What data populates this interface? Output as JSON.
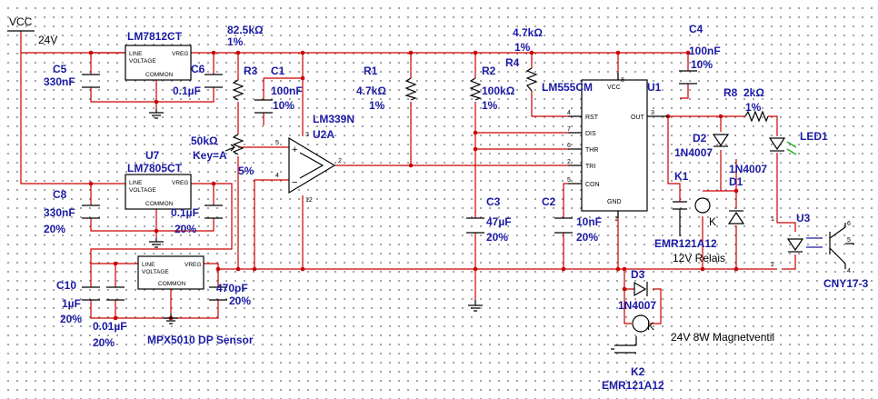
{
  "vcc": {
    "name": "VCC",
    "voltage": "24V"
  },
  "parts": {
    "lm7812": {
      "name": "LM7812CT"
    },
    "lm7805": {
      "ref": "U7",
      "name": "LM7805CT"
    },
    "mpx": {
      "name": "MPX5010 DP Sensor"
    },
    "r_top": {
      "value": "82.5kΩ",
      "tol": "1%"
    },
    "r3": {
      "ref": "R3",
      "value": "50kΩ",
      "key": "Key=A",
      "pct": "5%"
    },
    "c1": {
      "ref": "C1",
      "value": "100nF",
      "tol": "10%"
    },
    "r1": {
      "ref": "R1",
      "value": "4.7kΩ",
      "tol": "1%"
    },
    "r2": {
      "ref": "R2",
      "value": "100kΩ",
      "tol": "1%"
    },
    "r4": {
      "ref": "R4",
      "value": "4.7kΩ",
      "tol": "1%"
    },
    "c4": {
      "ref": "C4",
      "value": "100nF",
      "tol": "10%"
    },
    "u1": {
      "ref": "U1",
      "name": "LM555CM"
    },
    "u2": {
      "name": "LM339N",
      "ref": "U2A"
    },
    "r8": {
      "ref": "R8",
      "value": "2kΩ",
      "tol": "1%"
    },
    "led1": {
      "ref": "LED1"
    },
    "d2": {
      "ref": "D2",
      "name": "1N4007"
    },
    "d1": {
      "ref": "D1",
      "name": "1N4007"
    },
    "d3": {
      "ref": "D3",
      "name": "1N4007"
    },
    "k1": {
      "ref": "K1",
      "name": "EMR121A12",
      "desc": "12V Relais",
      "coil": "K"
    },
    "k2": {
      "ref": "K2",
      "name": "EMR121A12",
      "coil": "K"
    },
    "valve": {
      "desc": "24V 8W Magnetventil"
    },
    "u3": {
      "ref": "U3",
      "name": "CNY17-3"
    },
    "c5": {
      "ref": "C5",
      "value": "330nF"
    },
    "c6": {
      "ref": "C6",
      "value": "0.1µF"
    },
    "c8": {
      "ref": "C8",
      "value": "330nF",
      "tol": "20%"
    },
    "c7": {
      "value": "0.1µF",
      "tol": "20%"
    },
    "c3": {
      "ref": "C3",
      "value": "47µF",
      "tol": "20%"
    },
    "c2": {
      "ref": "C2",
      "value": "10nF",
      "tol": "20%"
    },
    "c10": {
      "ref": "C10",
      "value": "1µF",
      "tol": "20%"
    },
    "c9": {
      "value": "0.01µF",
      "tol": "20%"
    },
    "c11": {
      "value": "470pF",
      "tol": "20%"
    }
  },
  "reg_text": {
    "line": "LINE",
    "voltage": "VOLTAGE",
    "vreg": "VREG",
    "common": "COMMON"
  },
  "pins555": {
    "rst": "RST",
    "dis": "DIS",
    "thr": "THR",
    "tri": "TRI",
    "con": "CON",
    "vcc": "VCC",
    "out": "OUT",
    "gnd": "GND"
  },
  "pin_numbers": {
    "p1": "1",
    "p2": "2",
    "p3": "3",
    "p4": "4",
    "p5": "5",
    "p6": "6",
    "p7": "7",
    "p8": "8",
    "p12": "12"
  }
}
